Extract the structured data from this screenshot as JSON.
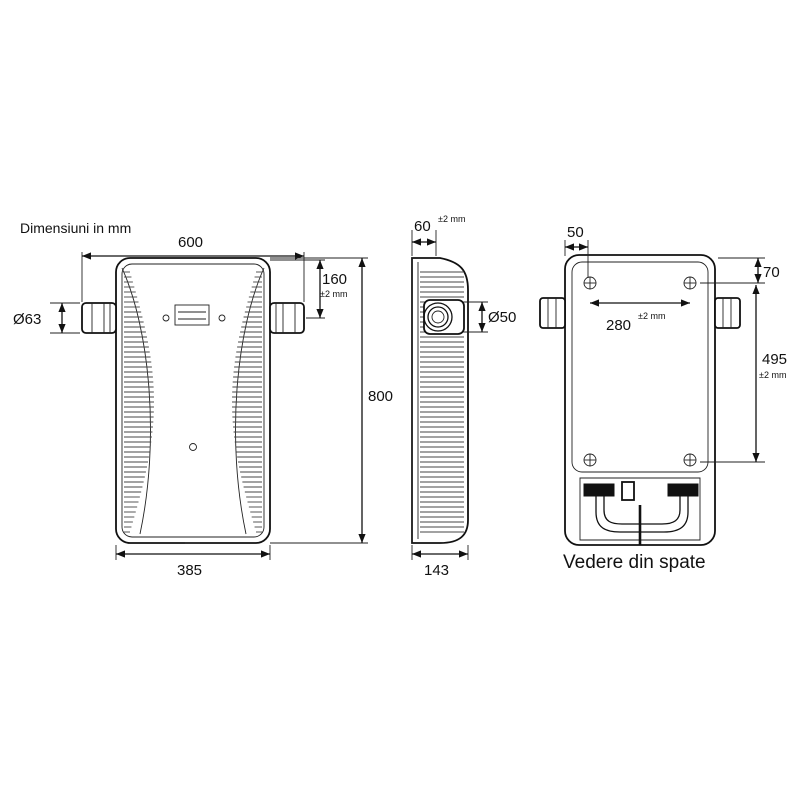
{
  "caption": "Dimensiuni in mm",
  "front": {
    "width_top": "600",
    "height_connector": "160",
    "height_connector_tol": "±2 mm",
    "pipe_diameter": "Ø63",
    "total_height": "800",
    "width_bottom": "385"
  },
  "side": {
    "depth_top": "60",
    "depth_top_tol": "±2 mm",
    "pipe_diameter": "Ø50",
    "depth_bottom": "143"
  },
  "back": {
    "offset_left": "50",
    "offset_top": "70",
    "hole_spacing": "280",
    "hole_spacing_tol": "±2 mm",
    "hole_vertical": "495",
    "hole_vertical_tol": "±2 mm",
    "view_title": "Vedere din spate"
  },
  "display_panel": [
    "\t ",
    ""
  ]
}
